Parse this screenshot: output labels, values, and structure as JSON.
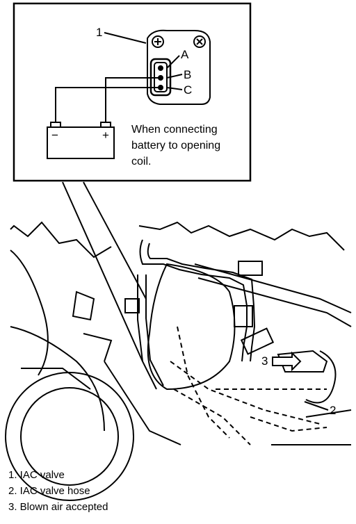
{
  "inset": {
    "caption_lines": [
      "When connecting",
      "battery to opening",
      "coil."
    ],
    "pin_labels": [
      "A",
      "B",
      "C"
    ],
    "battery_polarity": [
      "−",
      "+"
    ]
  },
  "callouts": [
    "1",
    "2",
    "3"
  ],
  "legend": [
    "1. IAC valve",
    "2. IAC valve hose",
    "3. Blown air accepted"
  ]
}
